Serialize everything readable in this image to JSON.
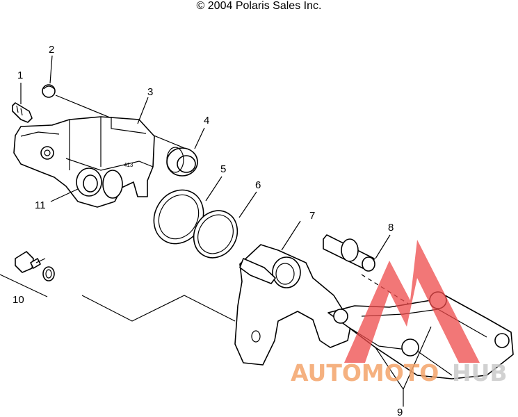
{
  "copyright": "© 2004 Polaris Sales Inc.",
  "callouts": [
    {
      "id": "1",
      "label": "1"
    },
    {
      "id": "2",
      "label": "2"
    },
    {
      "id": "3",
      "label": "3"
    },
    {
      "id": "4",
      "label": "4"
    },
    {
      "id": "5",
      "label": "5"
    },
    {
      "id": "6",
      "label": "6"
    },
    {
      "id": "7",
      "label": "7"
    },
    {
      "id": "8",
      "label": "8"
    },
    {
      "id": "9",
      "label": "9"
    },
    {
      "id": "10",
      "label": "10"
    },
    {
      "id": "11",
      "label": "11"
    }
  ],
  "watermark": {
    "text_part1": "AUTOMOTO",
    "text_part2": "HUB",
    "color_primary": "#f4a46a",
    "color_secondary": "#c9c9c9",
    "logo_color": "#ee4a4a"
  },
  "colors": {
    "line": "#000000",
    "background": "#ffffff"
  }
}
